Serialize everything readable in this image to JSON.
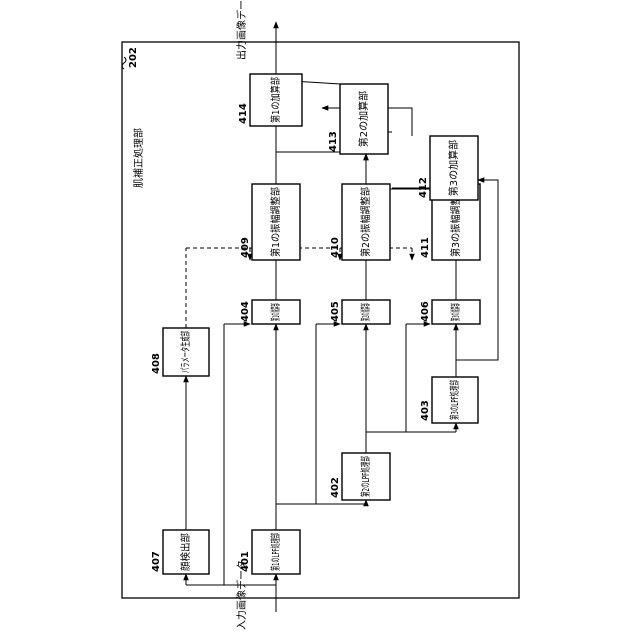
{
  "frame": {
    "number": "202",
    "title": "肌補正処理部"
  },
  "io": {
    "input_label": "入力画像データ",
    "output_label": "出力画像データ"
  },
  "blocks": {
    "b401": {
      "num": "401",
      "label": "第1のLPF処理部"
    },
    "b402": {
      "num": "402",
      "label": "第2のLPF処理部"
    },
    "b403": {
      "num": "403",
      "label": "第3のLPF処理部"
    },
    "b404": {
      "num": "404",
      "label": "第1の減算部"
    },
    "b405": {
      "num": "405",
      "label": "第2の減算部"
    },
    "b406": {
      "num": "406",
      "label": "第3の減算部"
    },
    "b407": {
      "num": "407",
      "label": "顔検出部"
    },
    "b408": {
      "num": "408",
      "label": "パラメータ生成部"
    },
    "b409": {
      "num": "409",
      "label": "第1の振幅調整部"
    },
    "b410": {
      "num": "410",
      "label": "第2の振幅調整部"
    },
    "b411": {
      "num": "411",
      "label": "第3の振幅調整部"
    },
    "b412": {
      "num": "412",
      "label": "第3の加算部"
    },
    "b413": {
      "num": "413",
      "label": "第2の加算部"
    },
    "b414": {
      "num": "414",
      "label": "第1の加算部"
    }
  }
}
